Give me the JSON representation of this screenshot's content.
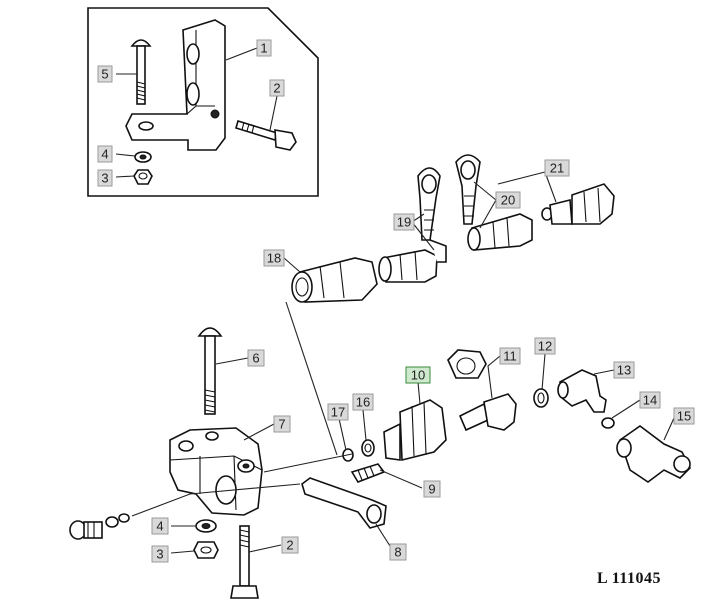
{
  "figure_ref": "L 111045",
  "callouts": [
    {
      "id": "c1",
      "label": "1"
    },
    {
      "id": "c2a",
      "label": "2"
    },
    {
      "id": "c3a",
      "label": "3"
    },
    {
      "id": "c4a",
      "label": "4"
    },
    {
      "id": "c5",
      "label": "5"
    },
    {
      "id": "c6",
      "label": "6"
    },
    {
      "id": "c7",
      "label": "7"
    },
    {
      "id": "c8",
      "label": "8"
    },
    {
      "id": "c9",
      "label": "9"
    },
    {
      "id": "c10",
      "label": "10",
      "highlight": true
    },
    {
      "id": "c11",
      "label": "11"
    },
    {
      "id": "c12",
      "label": "12"
    },
    {
      "id": "c13",
      "label": "13"
    },
    {
      "id": "c14",
      "label": "14"
    },
    {
      "id": "c15",
      "label": "15"
    },
    {
      "id": "c16",
      "label": "16"
    },
    {
      "id": "c17",
      "label": "17"
    },
    {
      "id": "c18",
      "label": "18"
    },
    {
      "id": "c19",
      "label": "19"
    },
    {
      "id": "c20",
      "label": "20"
    },
    {
      "id": "c21",
      "label": "21"
    },
    {
      "id": "c2b",
      "label": "2"
    },
    {
      "id": "c3b",
      "label": "3"
    },
    {
      "id": "c4b",
      "label": "4"
    }
  ]
}
